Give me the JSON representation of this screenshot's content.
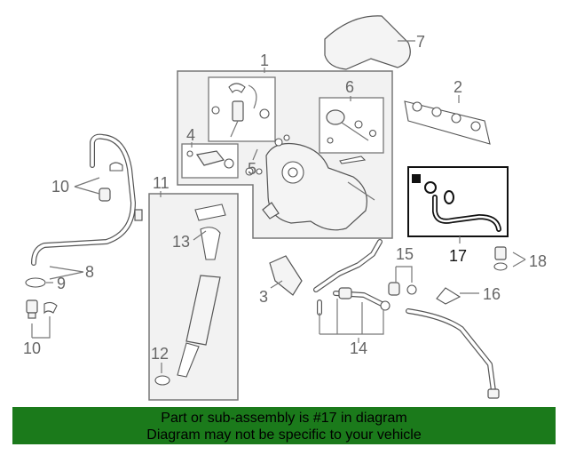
{
  "diagram": {
    "callouts": [
      {
        "id": "c1",
        "text": "1"
      },
      {
        "id": "c2",
        "text": "2"
      },
      {
        "id": "c3",
        "text": "3"
      },
      {
        "id": "c4",
        "text": "4"
      },
      {
        "id": "c5",
        "text": "5"
      },
      {
        "id": "c6",
        "text": "6"
      },
      {
        "id": "c7",
        "text": "7"
      },
      {
        "id": "c8",
        "text": "8"
      },
      {
        "id": "c9",
        "text": "9"
      },
      {
        "id": "c10a",
        "text": "10"
      },
      {
        "id": "c10b",
        "text": "10"
      },
      {
        "id": "c11",
        "text": "11"
      },
      {
        "id": "c12",
        "text": "12"
      },
      {
        "id": "c13",
        "text": "13"
      },
      {
        "id": "c14",
        "text": "14"
      },
      {
        "id": "c15",
        "text": "15"
      },
      {
        "id": "c16",
        "text": "16"
      },
      {
        "id": "c17",
        "text": "17"
      },
      {
        "id": "c18",
        "text": "18"
      }
    ],
    "highlighted_part": "17"
  },
  "banner": {
    "line1": "Part or sub-assembly is #17 in diagram",
    "line2": "Diagram may not be specific to your vehicle",
    "color": "#1b7a1b"
  }
}
